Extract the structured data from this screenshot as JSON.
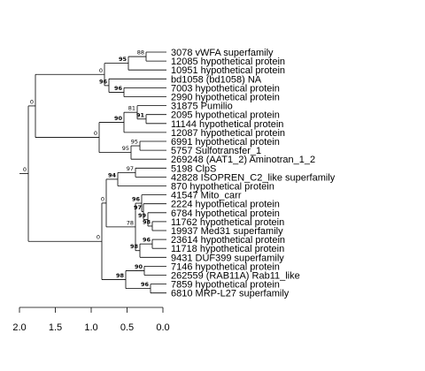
{
  "tree": {
    "leaves": [
      "3078 vWFA superfamily",
      "12085 hypothetical protein",
      "10951 hypothetical protein",
      "bd1058 (bd1058) NA",
      "7003 hypothetical protein",
      "2990 hypothetical protein",
      "31875 Pumilio",
      "2095 hypothetical protein",
      "11144 hypothetical protein",
      "12087 hypothetical protein",
      "6991 hypothetical protein",
      "5757 Sulfotransfer_1",
      "269248 (AAT1_2) Aminotran_1_2",
      "5198 ClpS",
      "42828 ISOPREN_C2_like superfamily",
      "870 hypothetical protein",
      "41547 Mito_carr",
      "2224 hypothetical protein",
      "6784 hypothetical protein",
      "11762 hypothetical protein",
      "19937 Med31 superfamily",
      "23614 hypothetical protein",
      "11718 hypothetical protein",
      "9431 DUF399 superfamily",
      "7146 hypothetical protein",
      "262559 (RAB11A) Rab11_like",
      "7859 hypothetical protein",
      "6810 MRP-L27 superfamily"
    ],
    "supports": [
      "88",
      "95",
      "0",
      "96",
      "96",
      "0",
      "81",
      "91",
      "90",
      "0",
      "95",
      "95",
      "0",
      "97",
      "94",
      "0",
      "96",
      "97",
      "99",
      "98",
      "78",
      "96",
      "98",
      "0",
      "90",
      "98",
      "96"
    ],
    "scale": {
      "ticks": [
        "2.0",
        "1.5",
        "1.0",
        "0.5",
        "0.0"
      ]
    }
  }
}
